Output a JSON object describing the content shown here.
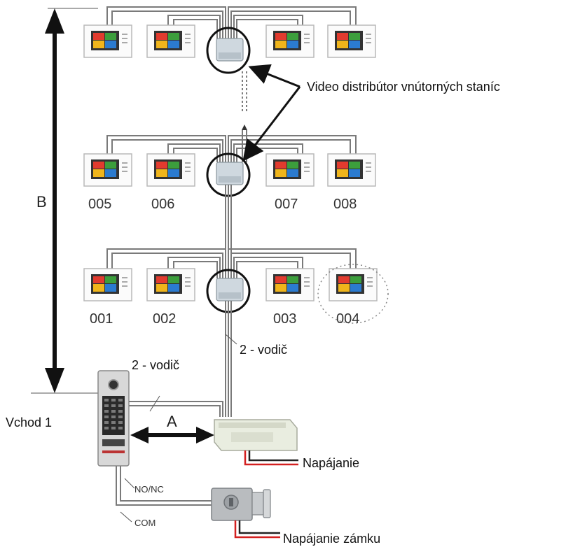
{
  "labels": {
    "distributor": "Video distribútor vnútorných staníc",
    "wire_upper": "2 - vodič",
    "wire_lower": "2 - vodič",
    "entrance": "Vchod 1",
    "power": "Napájanie",
    "lock_power": "Napájanie zámku",
    "no_nc": "NO/NC",
    "com": "COM",
    "dist_a": "A",
    "dist_b": "B"
  },
  "units": {
    "row1": [
      "001",
      "002",
      "003",
      "004"
    ],
    "row2": [
      "005",
      "006",
      "007",
      "008"
    ]
  },
  "colors": {
    "wire_gray": "#7a7a7a",
    "power_red": "#d32020",
    "highlight": "#111111"
  }
}
